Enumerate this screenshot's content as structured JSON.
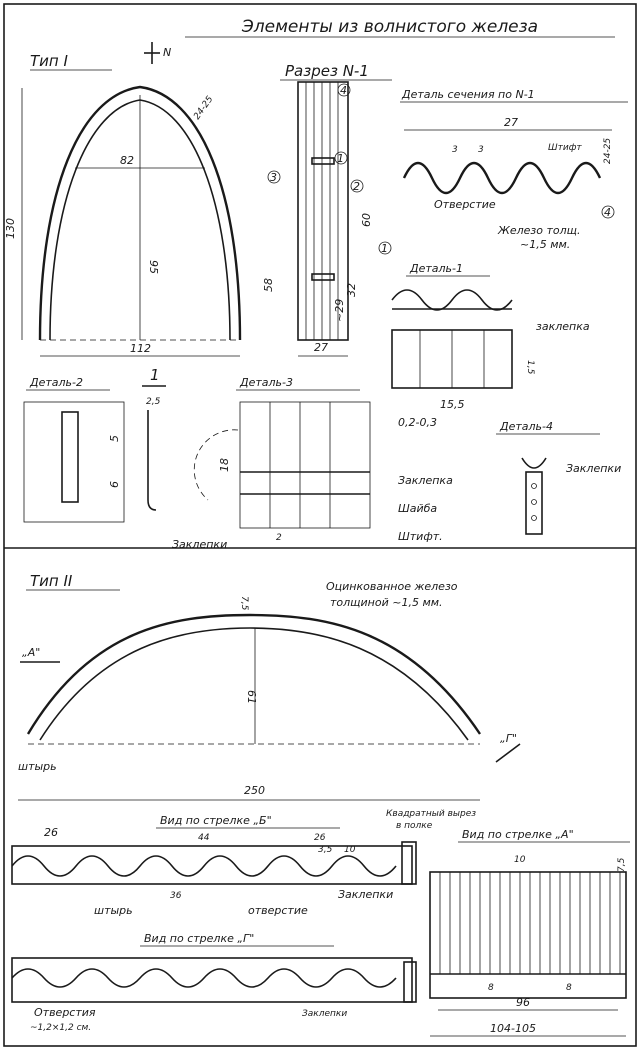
{
  "sheet_title": "Элементы из волнистого железа",
  "type1": {
    "title": "Тип I",
    "north": "N",
    "dims": {
      "height": "130",
      "width": "112",
      "inner_height": "95",
      "inner_width": "82",
      "thickness": "24-25"
    }
  },
  "section_n1": {
    "title": "Разрез N-1",
    "callouts": [
      "1",
      "2",
      "3",
      "4"
    ],
    "dims": {
      "d58": "58",
      "d60": "60",
      "d32": "32",
      "d29": "~29",
      "d27": "27"
    }
  },
  "detail_section": {
    "title": "Деталь сечения по N-1",
    "dims": {
      "width": "27",
      "pitch_a": "3",
      "pitch_b": "3",
      "depth": "24-25"
    },
    "pin": "Штифт",
    "hole": "Отверстие",
    "callout": "4",
    "note_line1": "Железо толщ.",
    "note_line2": "~1,5 мм."
  },
  "detail1": {
    "title": "Деталь-1",
    "rivet": "заклепка",
    "dims": {
      "length": "15,5",
      "thickness": "0,2-0,3",
      "side": "1,5"
    }
  },
  "detail2": {
    "title": "Деталь-2",
    "marker": "1",
    "dims": {
      "d25": "2,5",
      "d5": "5",
      "d6": "6"
    },
    "rivets": "Заклепки"
  },
  "detail3": {
    "title": "Деталь-3",
    "dims": {
      "d18": "18",
      "d2": "2"
    },
    "rivet": "Заклепка",
    "washer": "Шайба",
    "pin": "Штифт."
  },
  "detail4": {
    "title": "Деталь-4",
    "rivet": "Заклепки"
  },
  "type2": {
    "title": "Тип II",
    "material_line1": "Оцинкованное железо",
    "material_line2": "толщиной ~1,5 мм.",
    "dims": {
      "span": "250",
      "rise": "61",
      "thickness": "7,5"
    },
    "arrow_a": "„А\"",
    "arrow_g": "„Г\"",
    "pin": "штырь"
  },
  "view_b": {
    "title": "Вид по стрелке „Б\"",
    "dims": {
      "d26a": "26",
      "d44": "44",
      "d26b": "26",
      "d35": "3,5",
      "d10": "10",
      "d36": "36"
    },
    "pin": "штырь",
    "hole": "отверстие",
    "rivets": "Заклепки",
    "cutout_line1": "Квадратный вырез",
    "cutout_line2": "в полке"
  },
  "view_g": {
    "title": "Вид по стрелке „Г\"",
    "hole_line1": "Отверстия",
    "hole_line2": "~1,2×1,2 см.",
    "rivets": "Заклепки"
  },
  "view_a": {
    "title": "Вид по стрелке „А\"",
    "dims": {
      "d10": "10",
      "d75": "7,5",
      "d96": "96",
      "d104": "104-105",
      "d8a": "8",
      "d8b": "8"
    }
  }
}
